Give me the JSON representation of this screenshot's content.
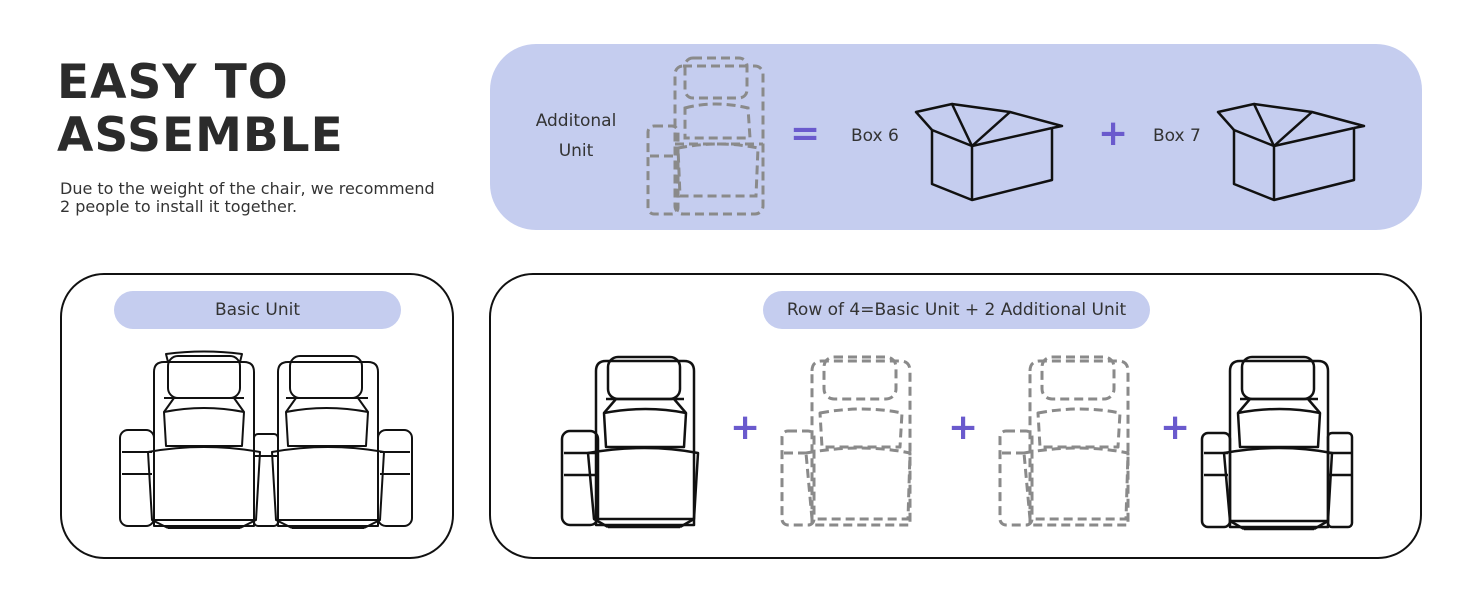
{
  "title": {
    "line1": "EASY TO",
    "line2": "ASSEMBLE"
  },
  "subtitle": {
    "line1": "Due to the weight of the chair, we recommend",
    "line2": "2 people to install it together."
  },
  "additional": {
    "label_line1": "Additonal",
    "label_line2": "Unit",
    "equals": "=",
    "plus": "+",
    "box1": "Box 6",
    "box2": "Box 7"
  },
  "basic": {
    "label": "Basic Unit"
  },
  "row": {
    "label": "Row of 4=Basic Unit + 2 Additional Unit",
    "plus": "+"
  },
  "colors": {
    "accent": "#6a5acd",
    "panel_fill": "#c5cdef",
    "dashed_gray": "#8a8a8a"
  }
}
